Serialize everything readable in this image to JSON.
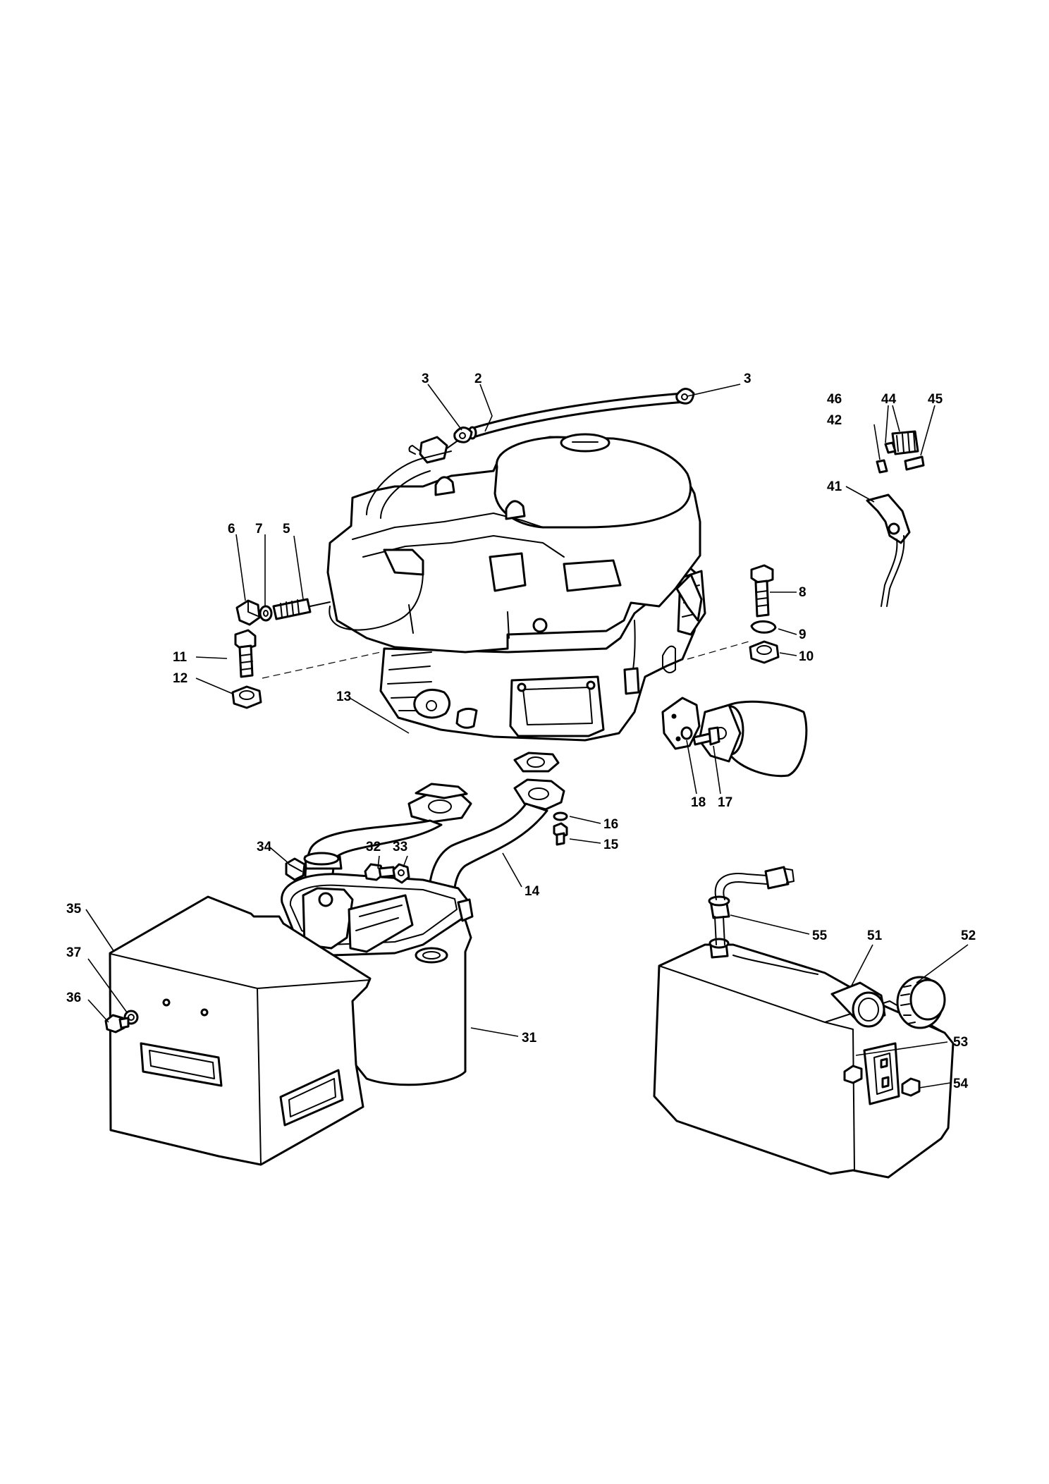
{
  "callouts": [
    {
      "id": "c1",
      "text": "3"
    },
    {
      "id": "c2",
      "text": "2"
    },
    {
      "id": "c3",
      "text": "3"
    },
    {
      "id": "c4",
      "text": "46"
    },
    {
      "id": "c5",
      "text": "44"
    },
    {
      "id": "c6",
      "text": "45"
    },
    {
      "id": "c7",
      "text": "42"
    },
    {
      "id": "c8",
      "text": "41"
    },
    {
      "id": "c9",
      "text": "6"
    },
    {
      "id": "c10",
      "text": "7"
    },
    {
      "id": "c11",
      "text": "5"
    },
    {
      "id": "c12",
      "text": "8"
    },
    {
      "id": "c13",
      "text": "9"
    },
    {
      "id": "c14",
      "text": "10"
    },
    {
      "id": "c15",
      "text": "11"
    },
    {
      "id": "c16",
      "text": "12"
    },
    {
      "id": "c17",
      "text": "13"
    },
    {
      "id": "c18",
      "text": "18"
    },
    {
      "id": "c19",
      "text": "17"
    },
    {
      "id": "c20",
      "text": "16"
    },
    {
      "id": "c21",
      "text": "15"
    },
    {
      "id": "c22",
      "text": "34"
    },
    {
      "id": "c23",
      "text": "32"
    },
    {
      "id": "c24",
      "text": "33"
    },
    {
      "id": "c25",
      "text": "14"
    },
    {
      "id": "c26",
      "text": "35"
    },
    {
      "id": "c27",
      "text": "37"
    },
    {
      "id": "c28",
      "text": "36"
    },
    {
      "id": "c29",
      "text": "31"
    },
    {
      "id": "c30",
      "text": "55"
    },
    {
      "id": "c31",
      "text": "51"
    },
    {
      "id": "c32",
      "text": "52"
    },
    {
      "id": "c33",
      "text": "53"
    },
    {
      "id": "c34",
      "text": "54"
    }
  ]
}
